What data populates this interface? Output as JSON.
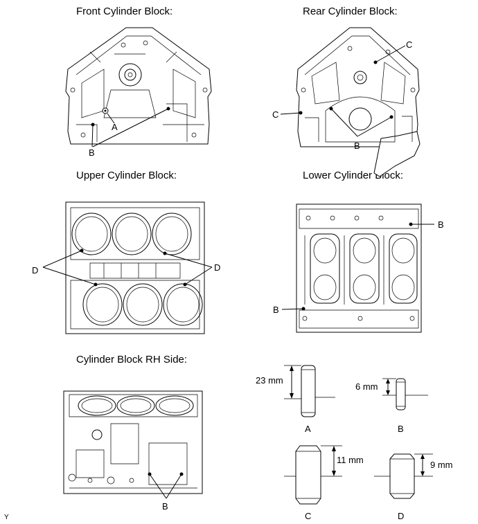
{
  "titles": {
    "front": "Front Cylinder Block:",
    "rear": "Rear Cylinder Block:",
    "upper": "Upper Cylinder Block:",
    "lower": "Lower Cylinder Block:",
    "rh_side": "Cylinder Block RH Side:"
  },
  "callouts": {
    "front_a": "A",
    "front_b": "B",
    "rear_c_top": "C",
    "rear_c_left": "C",
    "rear_b": "B",
    "upper_d_left": "D",
    "upper_d_right": "D",
    "lower_b_right": "B",
    "lower_b_left": "B",
    "rh_b": "B"
  },
  "pins": [
    {
      "id": "A",
      "label": "A",
      "dimension": "23 mm"
    },
    {
      "id": "B",
      "label": "B",
      "dimension": "6 mm"
    },
    {
      "id": "C",
      "label": "C",
      "dimension": "11 mm"
    },
    {
      "id": "D",
      "label": "D",
      "dimension": "9 mm"
    }
  ],
  "corner_mark": "Y"
}
